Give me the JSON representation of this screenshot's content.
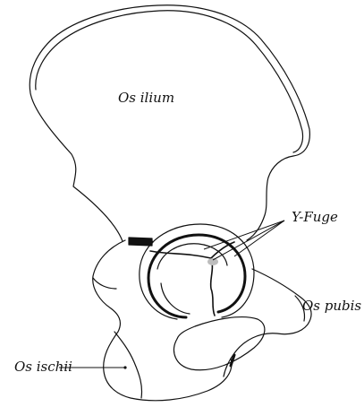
{
  "labels": {
    "os_ilium": "Os ilium",
    "y_fuge": "Y-Fuge",
    "os_pubis": "Os pubis",
    "os_ischii": "Os ischii"
  },
  "colors": {
    "ink": "#111111",
    "background": "#ffffff",
    "glint": "#bdbdbd"
  }
}
